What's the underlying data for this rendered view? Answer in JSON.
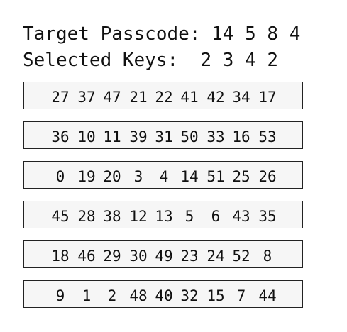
{
  "header": {
    "target_label": "Target Passcode:",
    "target_code": [
      "14",
      "5",
      "8",
      "4"
    ],
    "selected_label": "Selected Keys:",
    "selected_keys": [
      "2",
      "3",
      "4",
      "2"
    ]
  },
  "keypad": {
    "rows": [
      [
        "27",
        "37",
        "47",
        "21",
        "22",
        "41",
        "42",
        "34",
        "17"
      ],
      [
        "36",
        "10",
        "11",
        "39",
        "31",
        "50",
        "33",
        "16",
        "53"
      ],
      [
        "0",
        "19",
        "20",
        "3",
        "4",
        "14",
        "51",
        "25",
        "26"
      ],
      [
        "45",
        "28",
        "38",
        "12",
        "13",
        "5",
        "6",
        "43",
        "35"
      ],
      [
        "18",
        "46",
        "29",
        "30",
        "49",
        "23",
        "24",
        "52",
        "8"
      ],
      [
        "9",
        "1",
        "2",
        "48",
        "40",
        "32",
        "15",
        "7",
        "44"
      ]
    ]
  }
}
